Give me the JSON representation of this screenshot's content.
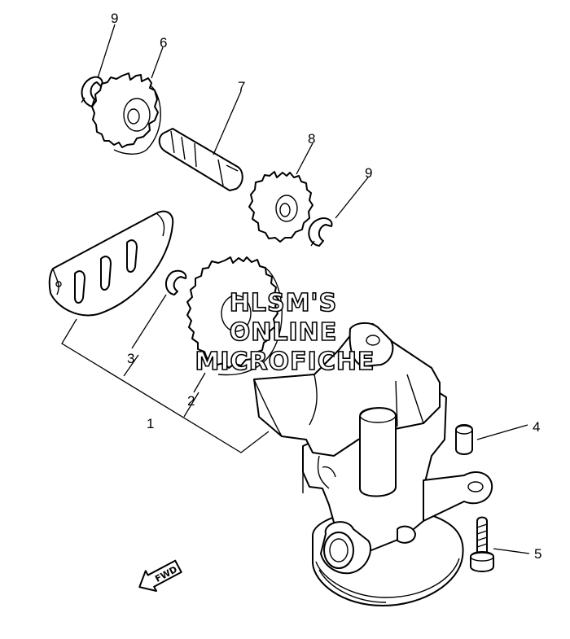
{
  "diagram": {
    "callouts": {
      "c1": "1",
      "c2": "2",
      "c3": "3",
      "c4": "4",
      "c5": "5",
      "c6": "6",
      "c7": "7",
      "c8": "8",
      "c9a": "9",
      "c9b": "9"
    },
    "watermark": {
      "line1": "HLSM'S",
      "line2": "ONLINE",
      "line3": "MICROFICHE"
    },
    "direction_arrow": {
      "label": "FWD"
    }
  }
}
